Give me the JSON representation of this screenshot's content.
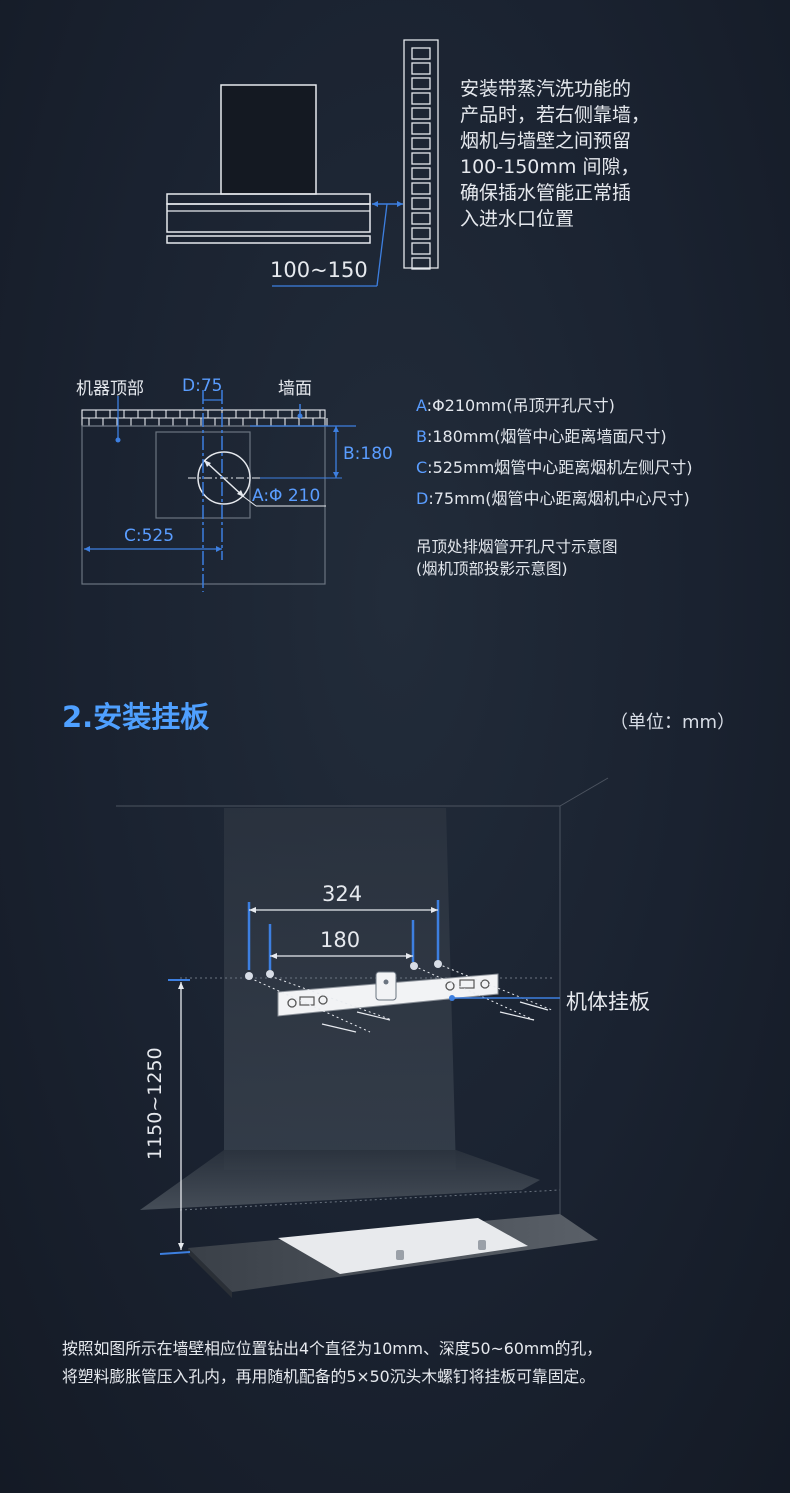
{
  "section1": {
    "gap_label": "100~150",
    "note_lines": [
      "安装带蒸汽洗功能的",
      "产品时，若右侧靠墙，",
      "烟机与墙壁之间预留",
      "100-150mm 间隙，",
      "确保插水管能正常插",
      "入进水口位置"
    ]
  },
  "section2": {
    "label_top": "机器顶部",
    "label_d": "D:75",
    "label_wall": "墙面",
    "label_b": "B:180",
    "label_a": "A:Φ 210",
    "label_c": "C:525",
    "legend": [
      {
        "key": "A",
        "text": ":Φ210mm(吊顶开孔尺寸)"
      },
      {
        "key": "B",
        "text": ":180mm(烟管中心距离墙面尺寸)"
      },
      {
        "key": "C",
        "text": ":525mm烟管中心距离烟机左侧尺寸)"
      },
      {
        "key": "D",
        "text": ":75mm(烟管中心距离烟机中心尺寸)"
      }
    ],
    "caption_lines": [
      "吊顶处排烟管开孔尺寸示意图",
      "(烟机顶部投影示意图)"
    ]
  },
  "section3": {
    "title": "2.安装挂板",
    "unit": "（单位：mm）",
    "dim_outer": "324",
    "dim_inner": "180",
    "plate_label": "机体挂板",
    "height_label": "1150~1250",
    "instructions": [
      "按照如图所示在墙壁相应位置钻出4个直径为10mm、深度50~60mm的孔，",
      "将塑料膨胀管压入孔内，再用随机配备的5×50沉头木螺钉将挂板可靠固定。"
    ]
  },
  "colors": {
    "background": "#1a2230",
    "accent_blue": "#4fa0ff",
    "line_blue": "#3d7fe0",
    "line_white": "#e6e9ee"
  }
}
